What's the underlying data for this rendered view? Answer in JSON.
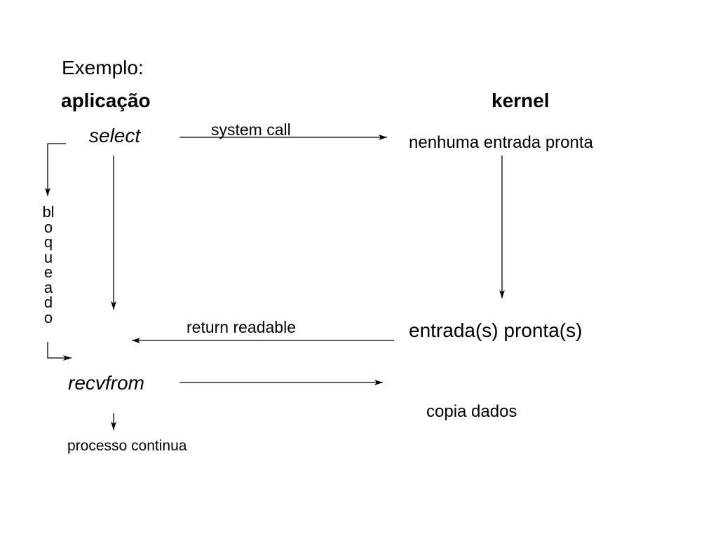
{
  "heading": {
    "intro": "Exemplo:",
    "app_column": "aplicação",
    "kernel_column": "kernel"
  },
  "application": {
    "select_call": "select",
    "recvfrom_call": "recvfrom",
    "continue_label": "processo continua",
    "blocked_label": "bloqueado"
  },
  "kernel": {
    "no_input": "nenhuma entrada pronta",
    "input_ready": "entrada(s) pronta(s)",
    "copy_label": "copia dados"
  },
  "messages": {
    "system_call": "system call",
    "return_readable": "return readable"
  }
}
